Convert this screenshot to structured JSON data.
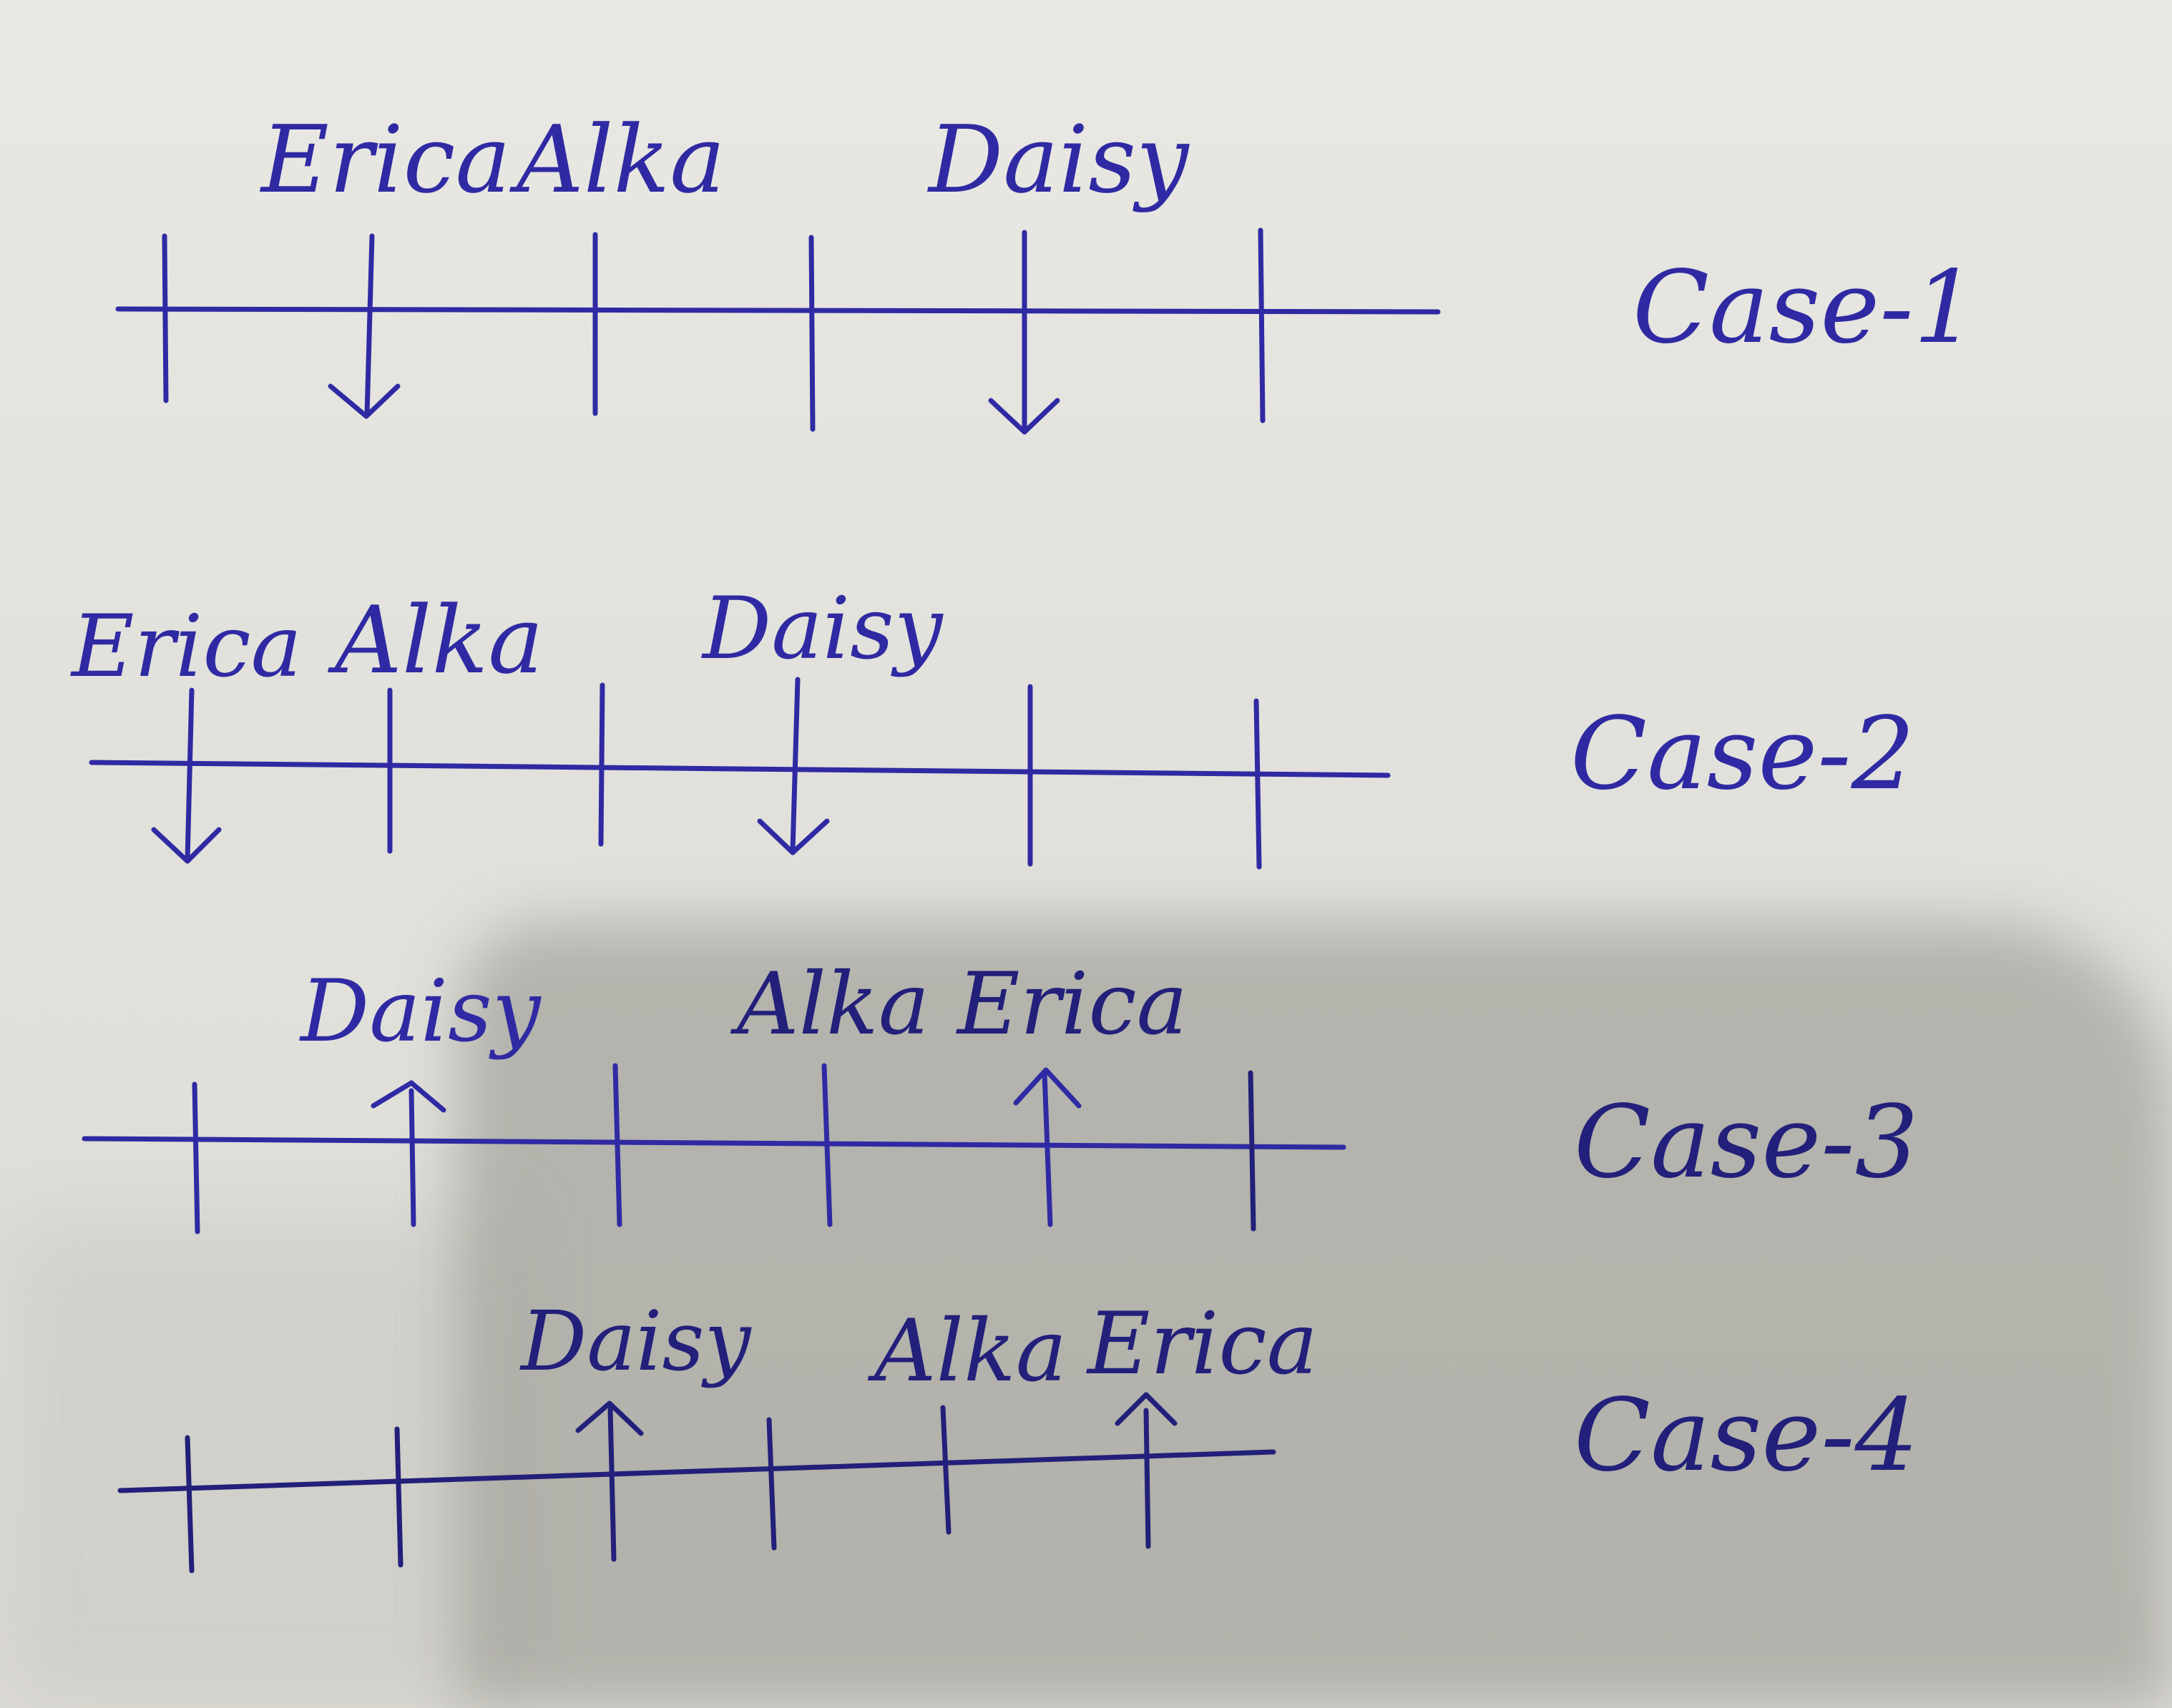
{
  "cases": [
    {
      "label": "Case-1",
      "names": [
        {
          "text": "Erica",
          "arrow": "down"
        },
        {
          "text": "Alka",
          "arrow": "none"
        },
        {
          "text": "Daisy",
          "arrow": "down"
        }
      ]
    },
    {
      "label": "Case-2",
      "names": [
        {
          "text": "Erica",
          "arrow": "down"
        },
        {
          "text": "Alka",
          "arrow": "none"
        },
        {
          "text": "Daisy",
          "arrow": "down"
        }
      ]
    },
    {
      "label": "Case-3",
      "names": [
        {
          "text": "Daisy",
          "arrow": "up"
        },
        {
          "text": "Alka",
          "arrow": "none"
        },
        {
          "text": "Erica",
          "arrow": "up"
        }
      ]
    },
    {
      "label": "Case-4",
      "names": [
        {
          "text": "Daisy",
          "arrow": "up"
        },
        {
          "text": "Alka",
          "arrow": "none"
        },
        {
          "text": "Erica",
          "arrow": "up"
        }
      ]
    }
  ],
  "colors": {
    "ink": "#2f2aa3",
    "ink_shadowed": "#22207a",
    "paper": "#e6e5e0"
  }
}
